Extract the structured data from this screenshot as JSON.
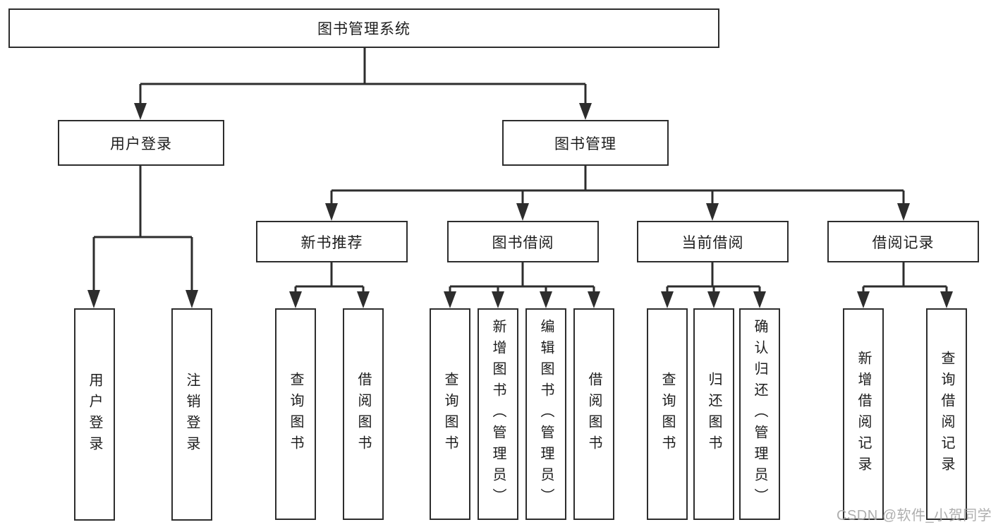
{
  "diagram": {
    "root": {
      "label": "图书管理系统"
    },
    "user_branch": {
      "label": "用户登录",
      "children": [
        "用户登录",
        "注销登录"
      ]
    },
    "mgmt_branch": {
      "label": "图书管理",
      "groups": [
        {
          "label": "新书推荐",
          "children": [
            "查询图书",
            "借阅图书"
          ]
        },
        {
          "label": "图书借阅",
          "children": [
            "查询图书",
            "新增图书（管理员）",
            "编辑图书（管理员）",
            "借阅图书"
          ]
        },
        {
          "label": "当前借阅",
          "children": [
            "查询图书",
            "归还图书",
            "确认归还（管理员）"
          ]
        },
        {
          "label": "借阅记录",
          "children": [
            "新增借阅记录",
            "查询借阅记录"
          ]
        }
      ]
    }
  },
  "watermark": "CSDN @软件_小贺同学",
  "colors": {
    "line": "#2d2d2d",
    "text": "#1d1d1d",
    "watermark": "#a5a5a5",
    "background": "#ffffff"
  }
}
